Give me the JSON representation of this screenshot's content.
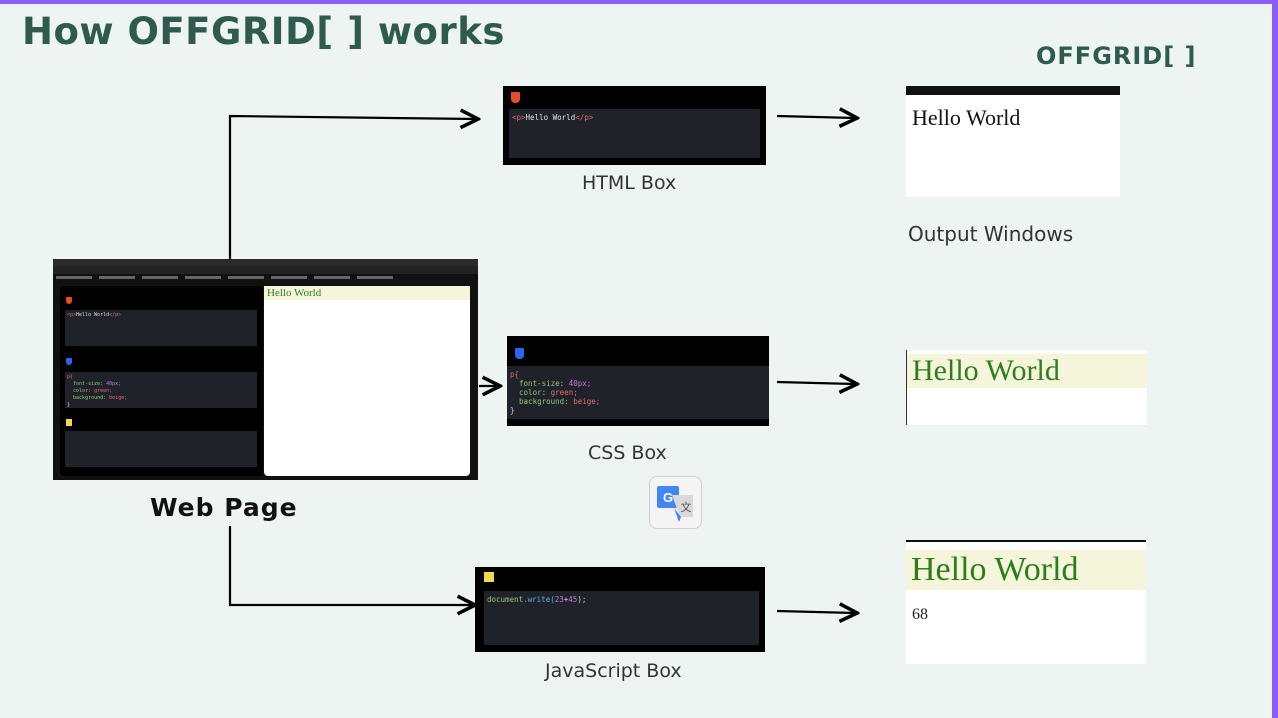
{
  "title": "How OFFGRID[ ] works",
  "brand": "OFFGRID[ ]",
  "labels": {
    "web_page": "Web Page",
    "html_box": "HTML Box",
    "css_box": "CSS Box",
    "js_box": "JavaScript Box",
    "output_windows": "Output Windows"
  },
  "html_box": {
    "code_open_tag": "<p>",
    "code_text": "Hello World",
    "code_close_tag": "</p>"
  },
  "css_box": {
    "selector": "p{",
    "line1_prop": "font-size:",
    "line1_val": "40px;",
    "line2_prop": "color:",
    "line2_val": "green;",
    "line3_prop": "background:",
    "line3_val": "beige;",
    "close": "}"
  },
  "js_box": {
    "obj": "document",
    "method": ".write(",
    "arg1": "23",
    "op": "+",
    "arg2": "45",
    "close": ");"
  },
  "outputs": {
    "html_text": "Hello World",
    "css_text": "Hello World",
    "js_text": "Hello World",
    "js_result": "68"
  },
  "web_preview": {
    "output_text": "Hello World"
  },
  "colors": {
    "title": "#2f5b4f",
    "accent_frame": "#8b5cf6",
    "green_text": "#2e7d1a",
    "beige": "#f5f5dc"
  },
  "icons": [
    "html5-icon",
    "css3-icon",
    "js-icon",
    "google-translate-icon"
  ]
}
